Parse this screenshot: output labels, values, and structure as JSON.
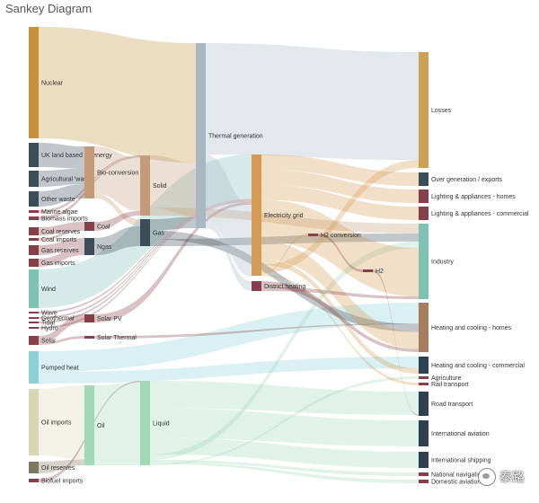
{
  "title": "Sankey Diagram",
  "watermark": "泰路",
  "colors": {
    "nuclear": "#c5923b",
    "biomass": "#c49a79",
    "dark_slate": "#3c4d58",
    "maroon": "#874049",
    "teal": "#7fc2b4",
    "sky": "#8fcfd8",
    "khaki": "#d9d6b4",
    "olive": "#7f7660",
    "mint": "#a1d8b6",
    "grey_blue": "#a9b7c3",
    "orange_tan": "#d49b55",
    "losses": "#d1a057",
    "brown": "#a57e5f",
    "navy": "#2f4150"
  },
  "chart_data": {
    "type": "sankey",
    "title": "Sankey Diagram",
    "nodes": [
      {
        "id": "nuclear",
        "label": "Nuclear",
        "color": "nuclear",
        "col": 0,
        "value": 840
      },
      {
        "id": "uk_land",
        "label": "UK land based bioenergy",
        "color": "dark_slate",
        "col": 0,
        "value": 170
      },
      {
        "id": "agri_waste",
        "label": "Agricultural 'waste'",
        "color": "dark_slate",
        "col": 0,
        "value": 120
      },
      {
        "id": "other_waste",
        "label": "Other waste",
        "color": "dark_slate",
        "col": 0,
        "value": 110
      },
      {
        "id": "marine_algae",
        "label": "Marine algae",
        "color": "maroon",
        "col": 0,
        "value": 8
      },
      {
        "id": "biomass_imports",
        "label": "Biomass imports",
        "color": "maroon",
        "col": 0,
        "value": 8
      },
      {
        "id": "coal_reserves",
        "label": "Coal reserves",
        "color": "maroon",
        "col": 0,
        "value": 25
      },
      {
        "id": "coal_imports",
        "label": "Coal imports",
        "color": "maroon",
        "col": 0,
        "value": 6
      },
      {
        "id": "gas_reserves",
        "label": "Gas reserves",
        "color": "maroon",
        "col": 0,
        "value": 25
      },
      {
        "id": "gas_imports",
        "label": "Gas imports",
        "color": "maroon",
        "col": 0,
        "value": 25
      },
      {
        "id": "wind",
        "label": "Wind",
        "color": "teal",
        "col": 0,
        "value": 310
      },
      {
        "id": "wave",
        "label": "Wave",
        "color": "maroon",
        "col": 0,
        "value": 4
      },
      {
        "id": "geothermal",
        "label": "Geothermal",
        "color": "maroon",
        "col": 0,
        "value": 4
      },
      {
        "id": "tidal",
        "label": "Tidal",
        "color": "maroon",
        "col": 0,
        "value": 4
      },
      {
        "id": "hydro",
        "label": "Hydro",
        "color": "maroon",
        "col": 0,
        "value": 4
      },
      {
        "id": "solar",
        "label": "Solar",
        "color": "maroon",
        "col": 0,
        "value": 25
      },
      {
        "id": "pumped_heat",
        "label": "Pumped heat",
        "color": "sky",
        "col": 0,
        "value": 250
      },
      {
        "id": "oil_imports",
        "label": "Oil imports",
        "color": "khaki",
        "col": 0,
        "value": 510
      },
      {
        "id": "oil_reserves",
        "label": "Oil reserves",
        "color": "olive",
        "col": 0,
        "value": 40
      },
      {
        "id": "biofuel_imports",
        "label": "Biofuel imports",
        "color": "maroon",
        "col": 0,
        "value": 10
      },
      {
        "id": "bio_conversion",
        "label": "Bio-conversion",
        "color": "biomass",
        "col": 1,
        "value": 400
      },
      {
        "id": "coal",
        "label": "Coal",
        "color": "maroon",
        "col": 1,
        "value": 31
      },
      {
        "id": "ngas",
        "label": "Ngas",
        "color": "dark_slate",
        "col": 1,
        "value": 120
      },
      {
        "id": "solar_pv",
        "label": "Solar PV",
        "color": "maroon",
        "col": 1,
        "value": 25
      },
      {
        "id": "solar_thermal",
        "label": "Solar Thermal",
        "color": "maroon",
        "col": 1,
        "value": 6
      },
      {
        "id": "oil",
        "label": "Oil",
        "color": "mint",
        "col": 1,
        "value": 600
      },
      {
        "id": "solid",
        "label": "Solid",
        "color": "biomass",
        "col": 2,
        "value": 460
      },
      {
        "id": "gas",
        "label": "Gas",
        "color": "dark_slate",
        "col": 2,
        "value": 200
      },
      {
        "id": "liquid",
        "label": "Liquid",
        "color": "mint",
        "col": 2,
        "value": 640
      },
      {
        "id": "thermal_generation",
        "label": "Thermal generation",
        "color": "grey_blue",
        "col": 3,
        "value": 1360
      },
      {
        "id": "electricity_grid",
        "label": "Electricity grid",
        "color": "orange_tan",
        "col": 4,
        "value": 880
      },
      {
        "id": "district_heating",
        "label": "District heating",
        "color": "maroon",
        "col": 4,
        "value": 40
      },
      {
        "id": "h2_conversion",
        "label": "H2 conversion",
        "color": "maroon",
        "col": 5,
        "value": 10
      },
      {
        "id": "h2",
        "label": "H2",
        "color": "maroon",
        "col": 6,
        "value": 8
      },
      {
        "id": "losses",
        "label": "Losses",
        "color": "losses",
        "col": 7,
        "value": 880
      },
      {
        "id": "over_generation",
        "label": "Over generation / exports",
        "color": "dark_slate",
        "col": 7,
        "value": 110
      },
      {
        "id": "lighting_homes",
        "label": "Lighting & appliances - homes",
        "color": "maroon",
        "col": 7,
        "value": 110
      },
      {
        "id": "lighting_commercial",
        "label": "Lighting & appliances - commercial",
        "color": "maroon",
        "col": 7,
        "value": 110
      },
      {
        "id": "industry",
        "label": "Industry",
        "color": "teal",
        "col": 7,
        "value": 560
      },
      {
        "id": "heating_homes",
        "label": "Heating and cooling - homes",
        "color": "brown",
        "col": 7,
        "value": 380
      },
      {
        "id": "heating_commercial",
        "label": "Heating and cooling - commercial",
        "color": "navy",
        "col": 7,
        "value": 130
      },
      {
        "id": "agriculture",
        "label": "Agriculture",
        "color": "maroon",
        "col": 7,
        "value": 10
      },
      {
        "id": "rail_transport",
        "label": "Rail transport",
        "color": "maroon",
        "col": 7,
        "value": 10
      },
      {
        "id": "road_transport",
        "label": "Road transport",
        "color": "navy",
        "col": 7,
        "value": 220
      },
      {
        "id": "international_aviation",
        "label": "International aviation",
        "color": "navy",
        "col": 7,
        "value": 240
      },
      {
        "id": "international_shipping",
        "label": "International shipping",
        "color": "navy",
        "col": 7,
        "value": 130
      },
      {
        "id": "national_navigation",
        "label": "National navigation",
        "color": "maroon",
        "col": 7,
        "value": 20
      },
      {
        "id": "domestic_aviation",
        "label": "Domestic aviation",
        "color": "maroon",
        "col": 7,
        "value": 20
      }
    ],
    "links": [
      {
        "source": "nuclear",
        "target": "thermal_generation",
        "value": 840,
        "color": "nuclear"
      },
      {
        "source": "uk_land",
        "target": "bio_conversion",
        "value": 170,
        "color": "dark_slate"
      },
      {
        "source": "agri_waste",
        "target": "bio_conversion",
        "value": 120,
        "color": "dark_slate"
      },
      {
        "source": "other_waste",
        "target": "bio_conversion",
        "value": 110,
        "color": "dark_slate"
      },
      {
        "source": "marine_algae",
        "target": "solid",
        "value": 8,
        "color": "maroon"
      },
      {
        "source": "biomass_imports",
        "target": "solid",
        "value": 8,
        "color": "maroon"
      },
      {
        "source": "coal_reserves",
        "target": "coal",
        "value": 25,
        "color": "maroon"
      },
      {
        "source": "coal_imports",
        "target": "coal",
        "value": 6,
        "color": "maroon"
      },
      {
        "source": "gas_reserves",
        "target": "ngas",
        "value": 25,
        "color": "maroon"
      },
      {
        "source": "gas_imports",
        "target": "ngas",
        "value": 25,
        "color": "maroon"
      },
      {
        "source": "wind",
        "target": "electricity_grid",
        "value": 310,
        "color": "teal"
      },
      {
        "source": "wave",
        "target": "electricity_grid",
        "value": 4,
        "color": "maroon"
      },
      {
        "source": "geothermal",
        "target": "electricity_grid",
        "value": 4,
        "color": "maroon"
      },
      {
        "source": "tidal",
        "target": "electricity_grid",
        "value": 4,
        "color": "maroon"
      },
      {
        "source": "hydro",
        "target": "electricity_grid",
        "value": 4,
        "color": "maroon"
      },
      {
        "source": "solar",
        "target": "solar_pv",
        "value": 19,
        "color": "maroon"
      },
      {
        "source": "solar",
        "target": "solar_thermal",
        "value": 6,
        "color": "maroon"
      },
      {
        "source": "pumped_heat",
        "target": "heating_homes",
        "value": 160,
        "color": "sky"
      },
      {
        "source": "pumped_heat",
        "target": "heating_commercial",
        "value": 90,
        "color": "sky"
      },
      {
        "source": "oil_imports",
        "target": "oil",
        "value": 510,
        "color": "khaki"
      },
      {
        "source": "oil_reserves",
        "target": "oil",
        "value": 40,
        "color": "olive"
      },
      {
        "source": "biofuel_imports",
        "target": "liquid",
        "value": 10,
        "color": "maroon"
      },
      {
        "source": "bio_conversion",
        "target": "solid",
        "value": 360,
        "color": "biomass"
      },
      {
        "source": "bio_conversion",
        "target": "gas",
        "value": 40,
        "color": "biomass"
      },
      {
        "source": "coal",
        "target": "solid",
        "value": 31,
        "color": "maroon"
      },
      {
        "source": "ngas",
        "target": "gas",
        "value": 120,
        "color": "dark_slate"
      },
      {
        "source": "solar_pv",
        "target": "electricity_grid",
        "value": 19,
        "color": "maroon"
      },
      {
        "source": "solar_thermal",
        "target": "heating_homes",
        "value": 6,
        "color": "maroon"
      },
      {
        "source": "oil",
        "target": "liquid",
        "value": 550,
        "color": "mint"
      },
      {
        "source": "solid",
        "target": "thermal_generation",
        "value": 380,
        "color": "biomass"
      },
      {
        "source": "solid",
        "target": "industry",
        "value": 60,
        "color": "biomass"
      },
      {
        "source": "gas",
        "target": "thermal_generation",
        "value": 80,
        "color": "dark_slate"
      },
      {
        "source": "gas",
        "target": "heating_homes",
        "value": 60,
        "color": "dark_slate"
      },
      {
        "source": "gas",
        "target": "industry",
        "value": 50,
        "color": "dark_slate"
      },
      {
        "source": "liquid",
        "target": "road_transport",
        "value": 200,
        "color": "mint"
      },
      {
        "source": "liquid",
        "target": "international_aviation",
        "value": 220,
        "color": "mint"
      },
      {
        "source": "liquid",
        "target": "international_shipping",
        "value": 120,
        "color": "mint"
      },
      {
        "source": "liquid",
        "target": "industry",
        "value": 40,
        "color": "mint"
      },
      {
        "source": "liquid",
        "target": "national_navigation",
        "value": 15,
        "color": "mint"
      },
      {
        "source": "liquid",
        "target": "domestic_aviation",
        "value": 15,
        "color": "mint"
      },
      {
        "source": "liquid",
        "target": "agriculture",
        "value": 10,
        "color": "mint"
      },
      {
        "source": "thermal_generation",
        "target": "losses",
        "value": 820,
        "color": "grey_blue"
      },
      {
        "source": "thermal_generation",
        "target": "electricity_grid",
        "value": 500,
        "color": "grey_blue"
      },
      {
        "source": "thermal_generation",
        "target": "district_heating",
        "value": 40,
        "color": "grey_blue"
      },
      {
        "source": "electricity_grid",
        "target": "over_generation",
        "value": 110,
        "color": "orange_tan"
      },
      {
        "source": "electricity_grid",
        "target": "lighting_homes",
        "value": 110,
        "color": "orange_tan"
      },
      {
        "source": "electricity_grid",
        "target": "lighting_commercial",
        "value": 110,
        "color": "orange_tan"
      },
      {
        "source": "electricity_grid",
        "target": "industry",
        "value": 300,
        "color": "orange_tan"
      },
      {
        "source": "electricity_grid",
        "target": "heating_homes",
        "value": 130,
        "color": "orange_tan"
      },
      {
        "source": "electricity_grid",
        "target": "heating_commercial",
        "value": 40,
        "color": "orange_tan"
      },
      {
        "source": "electricity_grid",
        "target": "losses",
        "value": 60,
        "color": "orange_tan"
      },
      {
        "source": "electricity_grid",
        "target": "h2_conversion",
        "value": 10,
        "color": "orange_tan"
      },
      {
        "source": "electricity_grid",
        "target": "rail_transport",
        "value": 10,
        "color": "orange_tan"
      },
      {
        "source": "district_heating",
        "target": "heating_homes",
        "value": 24,
        "color": "maroon"
      },
      {
        "source": "district_heating",
        "target": "industry",
        "value": 16,
        "color": "maroon"
      },
      {
        "source": "h2_conversion",
        "target": "h2",
        "value": 8,
        "color": "maroon"
      },
      {
        "source": "h2",
        "target": "road_transport",
        "value": 8,
        "color": "maroon"
      }
    ]
  }
}
